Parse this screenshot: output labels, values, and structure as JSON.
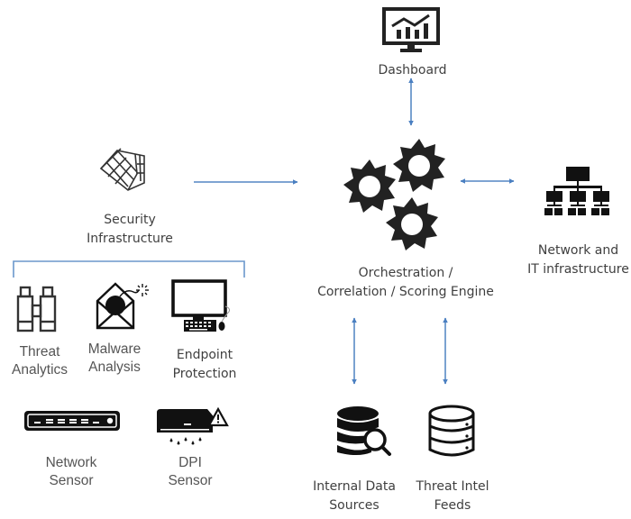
{
  "diagram": {
    "title": "",
    "accent_color": "#4a7fc1",
    "nodes": {
      "dashboard": {
        "label": [
          "Dashboard"
        ],
        "icon": "monitor-chart-icon"
      },
      "security_infrastructure": {
        "label": [
          "Security",
          "Infrastructure"
        ],
        "icon": "rubiks-cube-icon"
      },
      "engine": {
        "label": [
          "Orchestration /",
          "Correlation / Scoring Engine"
        ],
        "icon": "gears-icon"
      },
      "network_it": {
        "label": [
          "Network and",
          "IT infrastructure"
        ],
        "icon": "network-hierarchy-icon"
      },
      "threat_analytics": {
        "label": [
          "Threat",
          "Analytics"
        ],
        "icon": "binoculars-icon"
      },
      "malware_analysis": {
        "label": [
          "Malware",
          "Analysis"
        ],
        "icon": "email-bomb-icon"
      },
      "endpoint_protection": {
        "label": [
          "Endpoint",
          "Protection"
        ],
        "icon": "desktop-computer-icon"
      },
      "network_sensor": {
        "label": [
          "Network",
          "Sensor"
        ],
        "icon": "network-device-icon"
      },
      "dpi_sensor": {
        "label": [
          "DPI",
          "Sensor"
        ],
        "icon": "dpi-sensor-warning-icon"
      },
      "internal_data_sources": {
        "label": [
          "Internal Data",
          "Sources"
        ],
        "icon": "database-search-icon"
      },
      "threat_intel_feeds": {
        "label": [
          "Threat Intel",
          "Feeds"
        ],
        "icon": "database-server-icon"
      }
    },
    "edges": [
      {
        "from": "security_infrastructure",
        "to": "engine",
        "direction": "one-way"
      },
      {
        "from": "engine",
        "to": "dashboard",
        "direction": "two-way"
      },
      {
        "from": "engine",
        "to": "network_it",
        "direction": "two-way"
      },
      {
        "from": "engine",
        "to": "internal_data_sources",
        "direction": "two-way"
      },
      {
        "from": "engine",
        "to": "threat_intel_feeds",
        "direction": "two-way"
      }
    ],
    "groups": [
      {
        "name": "security_infrastructure_components",
        "members": [
          "threat_analytics",
          "malware_analysis",
          "endpoint_protection",
          "network_sensor",
          "dpi_sensor"
        ]
      }
    ]
  }
}
